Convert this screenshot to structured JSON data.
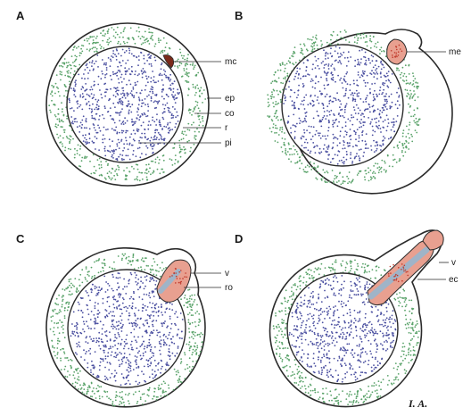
{
  "panels": [
    {
      "id": "A",
      "label": "A"
    },
    {
      "id": "B",
      "label": "B"
    },
    {
      "id": "C",
      "label": "C"
    },
    {
      "id": "D",
      "label": "D"
    }
  ],
  "callouts": {
    "A": [
      "mc",
      "ep",
      "co",
      "r",
      "pi"
    ],
    "B": [
      "me"
    ],
    "C": [
      "v",
      "ro"
    ],
    "D": [
      "v",
      "ec"
    ]
  },
  "signature": "I. A.",
  "colors": {
    "outline": "#2b2b2b",
    "outer_layer_dots": "#5aa36a",
    "inner_core_dots": "#4a4fa0",
    "bud_fill": "#e8a090",
    "bud_dots": "#c0392b",
    "channel": "#9fb4c8"
  }
}
